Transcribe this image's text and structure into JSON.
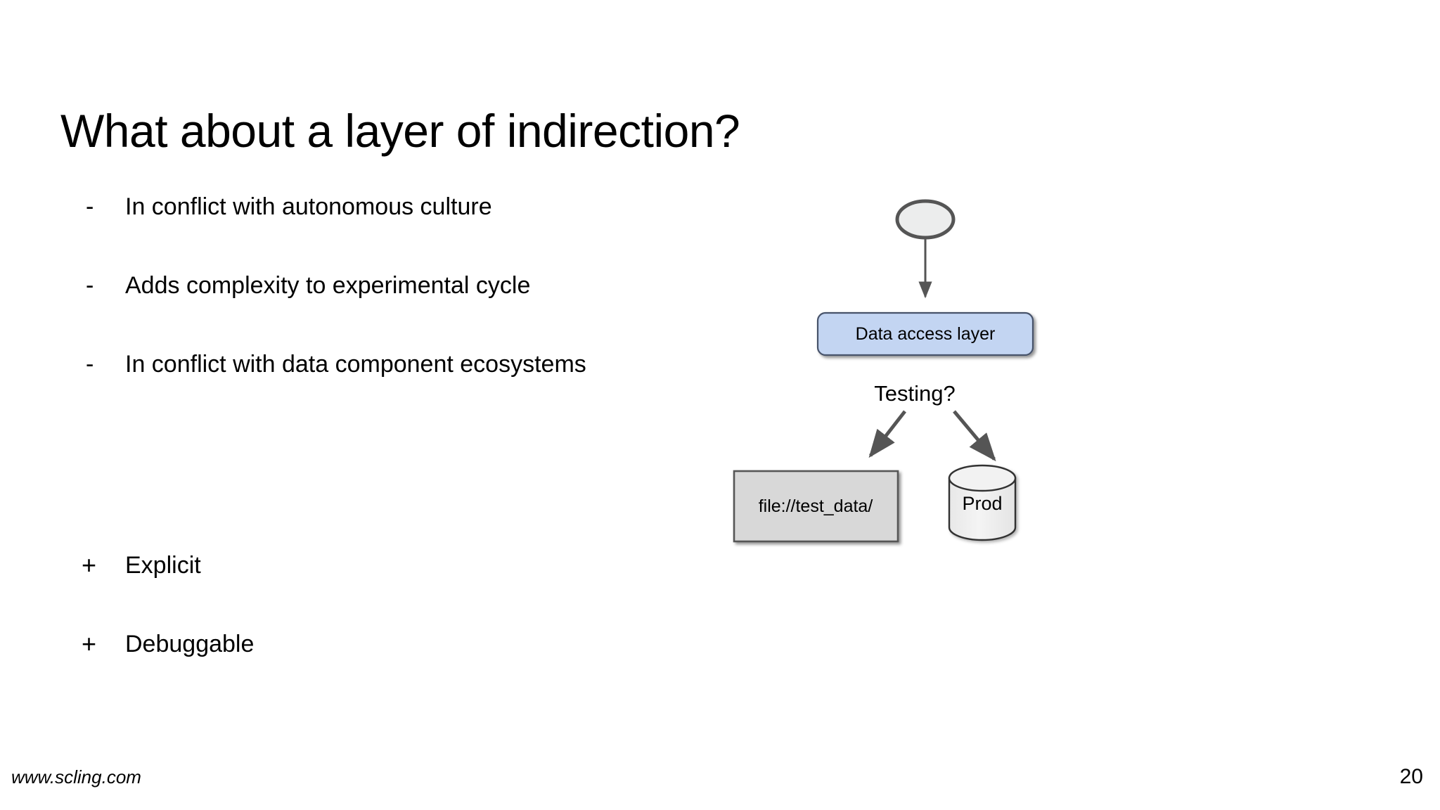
{
  "slide": {
    "title": "What about a layer of indirection?",
    "background_color": "#ffffff"
  },
  "cons": {
    "marker": "-",
    "items": [
      {
        "marker": "-",
        "text": "In conflict with autonomous culture"
      },
      {
        "marker": "-",
        "text": "Adds complexity to experimental cycle"
      },
      {
        "marker": "-",
        "text": "In conflict with data component ecosystems"
      }
    ]
  },
  "pros": {
    "marker": "+",
    "items": [
      {
        "marker": "+",
        "text": "Explicit"
      },
      {
        "marker": "+",
        "text": "Debuggable"
      }
    ]
  },
  "diagram": {
    "type": "flowchart",
    "nodes": [
      {
        "id": "source",
        "shape": "ellipse",
        "label": "",
        "fill": "#eceded",
        "stroke": "#555555"
      },
      {
        "id": "dal",
        "shape": "rounded-rect",
        "label": "Data access layer",
        "fill": "#c3d5f2",
        "stroke": "#46536b"
      },
      {
        "id": "testdata",
        "shape": "rect",
        "label": "file://test_data/",
        "fill": "#d8d8d8",
        "stroke": "#575757"
      },
      {
        "id": "prod",
        "shape": "cylinder",
        "label": "Prod",
        "fill": "#f0f0f0",
        "stroke": "#333333"
      }
    ],
    "edges": [
      {
        "from": "source",
        "to": "dal",
        "label": ""
      },
      {
        "from": "dal",
        "to": "testdata",
        "label": "Testing?"
      },
      {
        "from": "dal",
        "to": "prod",
        "label": ""
      }
    ],
    "branch_label": "Testing?",
    "arrow_color": "#555555"
  },
  "footer": {
    "url": "www.scling.com",
    "page_number": "20"
  }
}
